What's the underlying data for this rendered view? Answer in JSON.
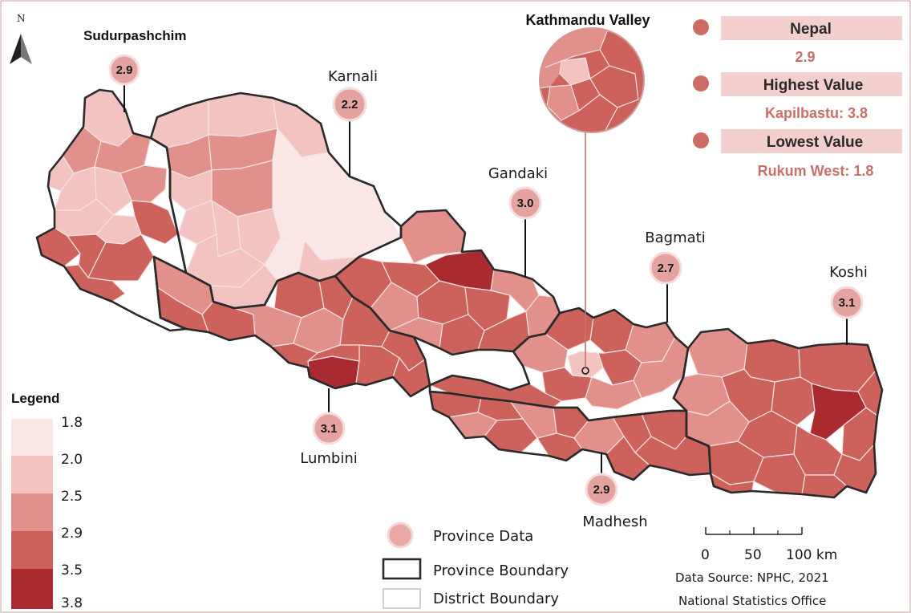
{
  "north_label": "N",
  "provinces": [
    {
      "name": "Sudurpashchim",
      "value": "2.9"
    },
    {
      "name": "Karnali",
      "value": "2.2"
    },
    {
      "name": "Gandaki",
      "value": "3.0"
    },
    {
      "name": "Bagmati",
      "value": "2.7"
    },
    {
      "name": "Koshi",
      "value": "3.1"
    },
    {
      "name": "Lumbini",
      "value": "3.1"
    },
    {
      "name": "Madhesh",
      "value": "2.9"
    }
  ],
  "inset": {
    "title": "Kathmandu Valley"
  },
  "summary": {
    "nepal_label": "Nepal",
    "nepal_value": "2.9",
    "highest_label": "Highest Value",
    "highest_value": "Kapilbastu: 3.8",
    "lowest_label": "Lowest Value",
    "lowest_value": "Rukum West: 1.8"
  },
  "legend": {
    "title": "Legend",
    "breaks": [
      "1.8",
      "2.0",
      "2.5",
      "2.9",
      "3.5",
      "3.8"
    ],
    "colors": [
      "#fbe6e6",
      "#f2c3c1",
      "#e1908b",
      "#cd625c",
      "#a92a2f"
    ]
  },
  "key": {
    "province_data": "Province Data",
    "province_boundary": "Province Boundary",
    "district_boundary": "District Boundary"
  },
  "scale": {
    "labels": [
      "0",
      "50",
      "100 km"
    ]
  },
  "source": {
    "line1": "Data Source: NPHC, 2021",
    "line2": "National Statistics Office"
  },
  "colors": {
    "bubble": "#e4a3a1",
    "summary_box": "#f3cfcd",
    "summary_value": "#c9706a",
    "inset_line": "#c9706a"
  }
}
